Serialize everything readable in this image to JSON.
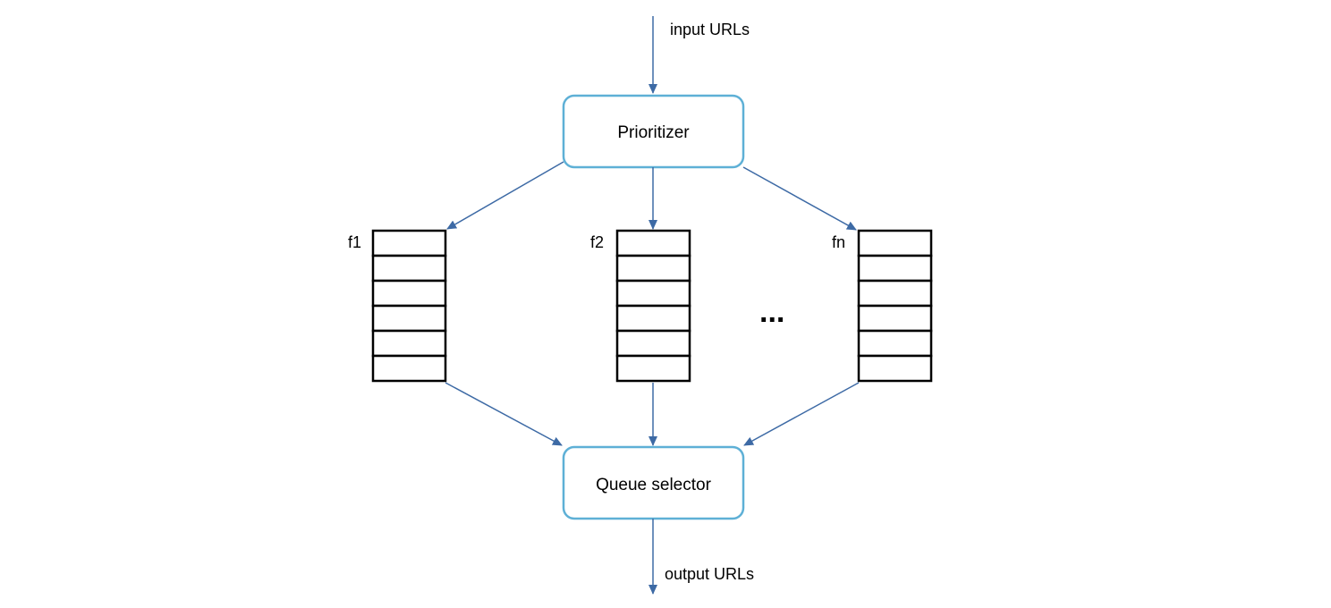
{
  "input_label": "input URLs",
  "output_label": "output URLs",
  "prioritizer": {
    "label": "Prioritizer"
  },
  "selector": {
    "label": "Queue selector"
  },
  "queues": [
    {
      "label": "f1",
      "cells": 6
    },
    {
      "label": "f2",
      "cells": 6
    },
    {
      "label": "fn",
      "cells": 6
    }
  ],
  "ellipsis": "...",
  "colors": {
    "box_border": "#5eb0d6",
    "arrow": "#3d6aa5",
    "queue_border": "#000000"
  }
}
